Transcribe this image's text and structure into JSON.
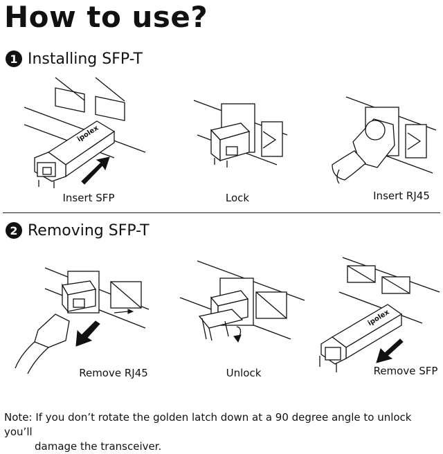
{
  "title": "How to use?",
  "steps": [
    {
      "number": "1",
      "label": "Installing SFP-T"
    },
    {
      "number": "2",
      "label": "Removing SFP-T"
    }
  ],
  "install_captions": [
    "Insert SFP",
    "Lock",
    "Insert RJ45"
  ],
  "remove_captions": [
    "Remove RJ45",
    "Unlock",
    "Remove SFP"
  ],
  "brand": "ipolex",
  "note": {
    "line1": "Note: If you don’t rotate the golden latch down at a 90 degree angle to unlock you’ll",
    "line2": "damage the transceiver."
  }
}
